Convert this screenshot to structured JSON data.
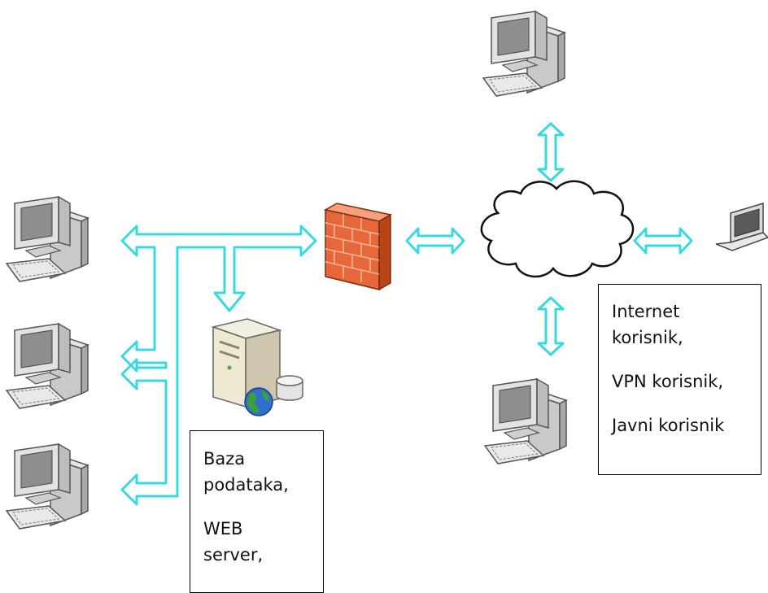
{
  "server_box": {
    "lines": [
      "Baza",
      "podataka,",
      "WEB",
      "server,"
    ]
  },
  "user_box": {
    "lines": [
      "Internet",
      "korisnik,",
      "VPN korisnik,",
      "Javni korisnik"
    ]
  },
  "colors": {
    "arrow_stroke": "#37d9e0",
    "arrow_fill": "#ffffff",
    "firewall_brick": "#e8673a",
    "monitor_body": "#d9d9d9",
    "screen": "#8a8a8a"
  },
  "icons": [
    "desktop-computer-icon",
    "firewall-icon",
    "cloud-icon",
    "laptop-icon",
    "server-icon",
    "globe-icon",
    "database-icon"
  ]
}
